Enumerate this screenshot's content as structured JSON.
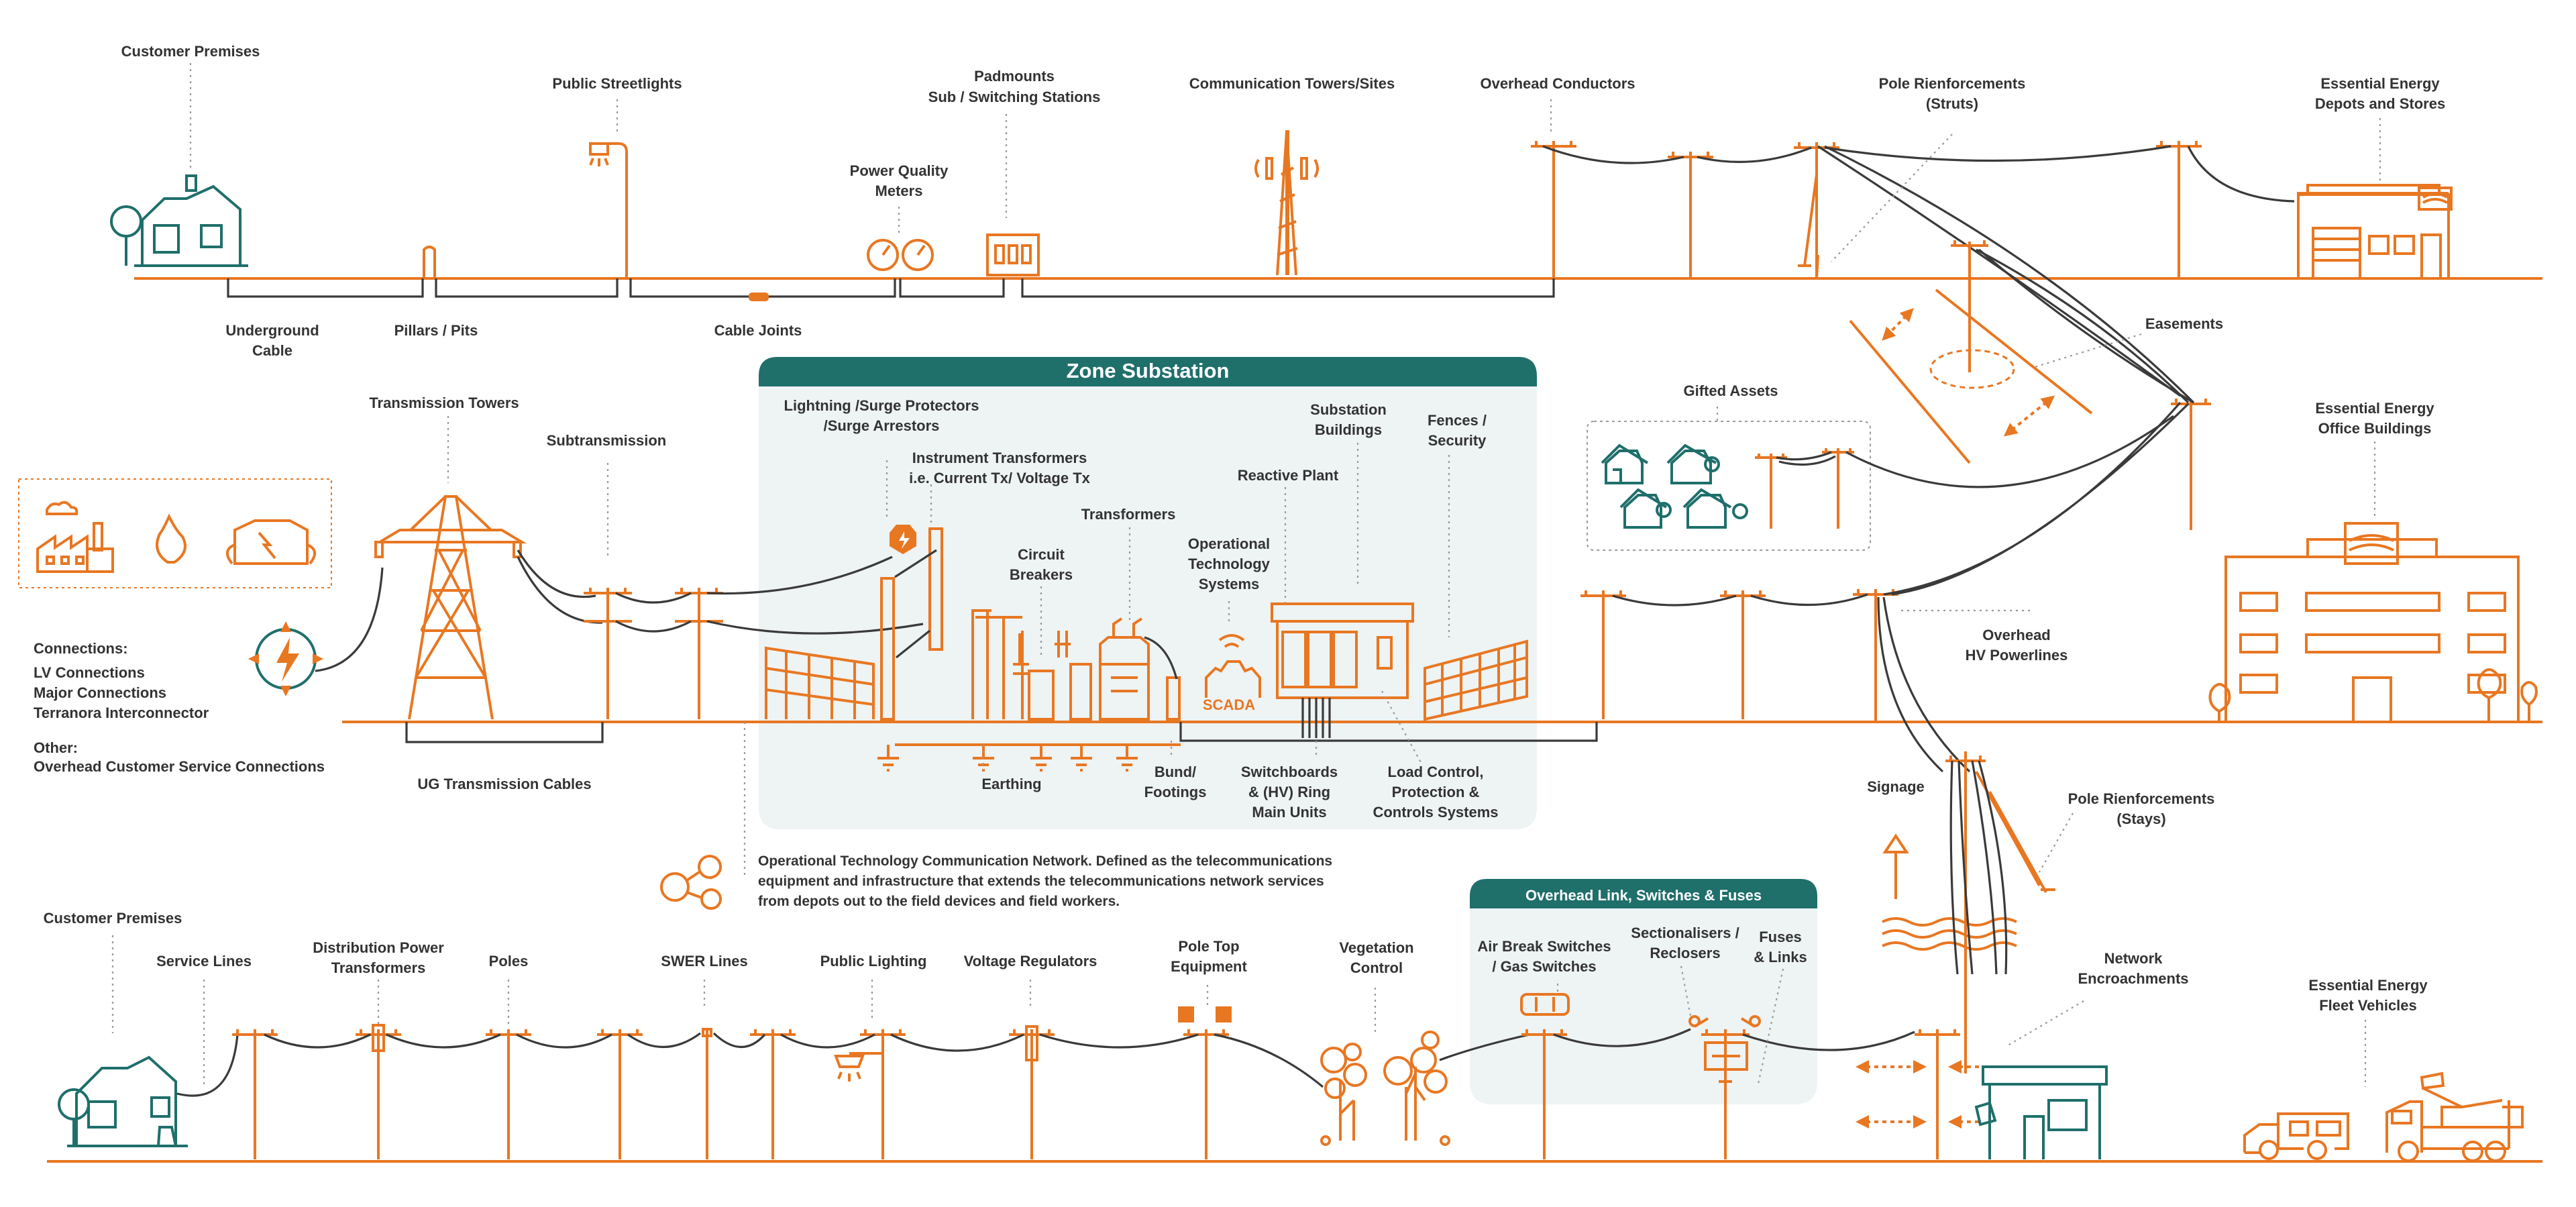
{
  "colors": {
    "accent": "#e87722",
    "teal": "#1f6f6b",
    "panel": "#eef3f4",
    "cable": "#3a3a3a",
    "text": "#333333"
  },
  "titles": {
    "zone_substation": "Zone Substation",
    "overhead_link": "Overhead Link, Switches & Fuses",
    "scada": "SCADA"
  },
  "labels": {
    "customer_premises_top": "Customer Premises",
    "public_streetlights": "Public Streetlights",
    "padmounts_1": "Padmounts",
    "padmounts_2": "Sub / Switching Stations",
    "power_quality_1": "Power Quality",
    "power_quality_2": "Meters",
    "comm_towers": "Communication Towers/Sites",
    "overhead_conductors": "Overhead Conductors",
    "pole_struts_1": "Pole Rienforcements",
    "pole_struts_2": "(Struts)",
    "depots_1": "Essential Energy",
    "depots_2": "Depots and Stores",
    "underground_1": "Underground",
    "underground_2": "Cable",
    "pillars": "Pillars / Pits",
    "cable_joints": "Cable Joints",
    "easements": "Easements",
    "transmission_towers": "Transmission Towers",
    "subtransmission": "Subtransmission",
    "gifted_assets": "Gifted Assets",
    "office_1": "Essential Energy",
    "office_2": "Office Buildings",
    "lightning_1": "Lightning /Surge Protectors",
    "lightning_2": "/Surge Arrestors",
    "instrument_1": "Instrument Transformers",
    "instrument_2": "i.e. Current Tx/ Voltage Tx",
    "circuit_1": "Circuit",
    "circuit_2": "Breakers",
    "transformers": "Transformers",
    "ot_systems_1": "Operational",
    "ot_systems_2": "Technology",
    "ot_systems_3": "Systems",
    "reactive_plant": "Reactive Plant",
    "sub_buildings_1": "Substation",
    "sub_buildings_2": "Buildings",
    "fences_1": "Fences /",
    "fences_2": "Security",
    "overhead_hv_1": "Overhead",
    "overhead_hv_2": "HV Powerlines",
    "connections_title": "Connections:",
    "conn_lv": "LV Connections",
    "conn_major": "Major Connections",
    "conn_terranora": "Terranora Interconnector",
    "other_title": "Other:",
    "other_service": "Overhead Customer Service Connections",
    "ug_transmission": "UG Transmission Cables",
    "earthing": "Earthing",
    "bund_1": "Bund/",
    "bund_2": "Footings",
    "switchboards_1": "Switchboards",
    "switchboards_2": "& (HV) Ring",
    "switchboards_3": "Main Units",
    "load_control_1": "Load Control,",
    "load_control_2": "Protection &",
    "load_control_3": "Controls Systems",
    "signage": "Signage",
    "pole_stays_1": "Pole Rienforcements",
    "pole_stays_2": "(Stays)",
    "otcn_1": "Operational Technology Communication Network. Defined as the telecommunications",
    "otcn_2": "equipment and infrastructure that extends the telecommunications network services",
    "otcn_3": "from depots out to the field devices and field workers.",
    "customer_premises_bottom": "Customer Premises",
    "service_lines": "Service Lines",
    "dist_tx_1": "Distribution Power",
    "dist_tx_2": "Transformers",
    "poles": "Poles",
    "swer_lines": "SWER Lines",
    "public_lighting": "Public Lighting",
    "voltage_regulators": "Voltage Regulators",
    "pole_top_1": "Pole Top",
    "pole_top_2": "Equipment",
    "vegetation_1": "Vegetation",
    "vegetation_2": "Control",
    "air_break_1": "Air Break Switches",
    "air_break_2": "/ Gas Switches",
    "sectionalisers_1": "Sectionalisers /",
    "sectionalisers_2": "Reclosers",
    "fuses_1": "Fuses",
    "fuses_2": "& Links",
    "encroach_1": "Network",
    "encroach_2": "Encroachments",
    "fleet_1": "Essential Energy",
    "fleet_2": "Fleet Vehicles"
  }
}
